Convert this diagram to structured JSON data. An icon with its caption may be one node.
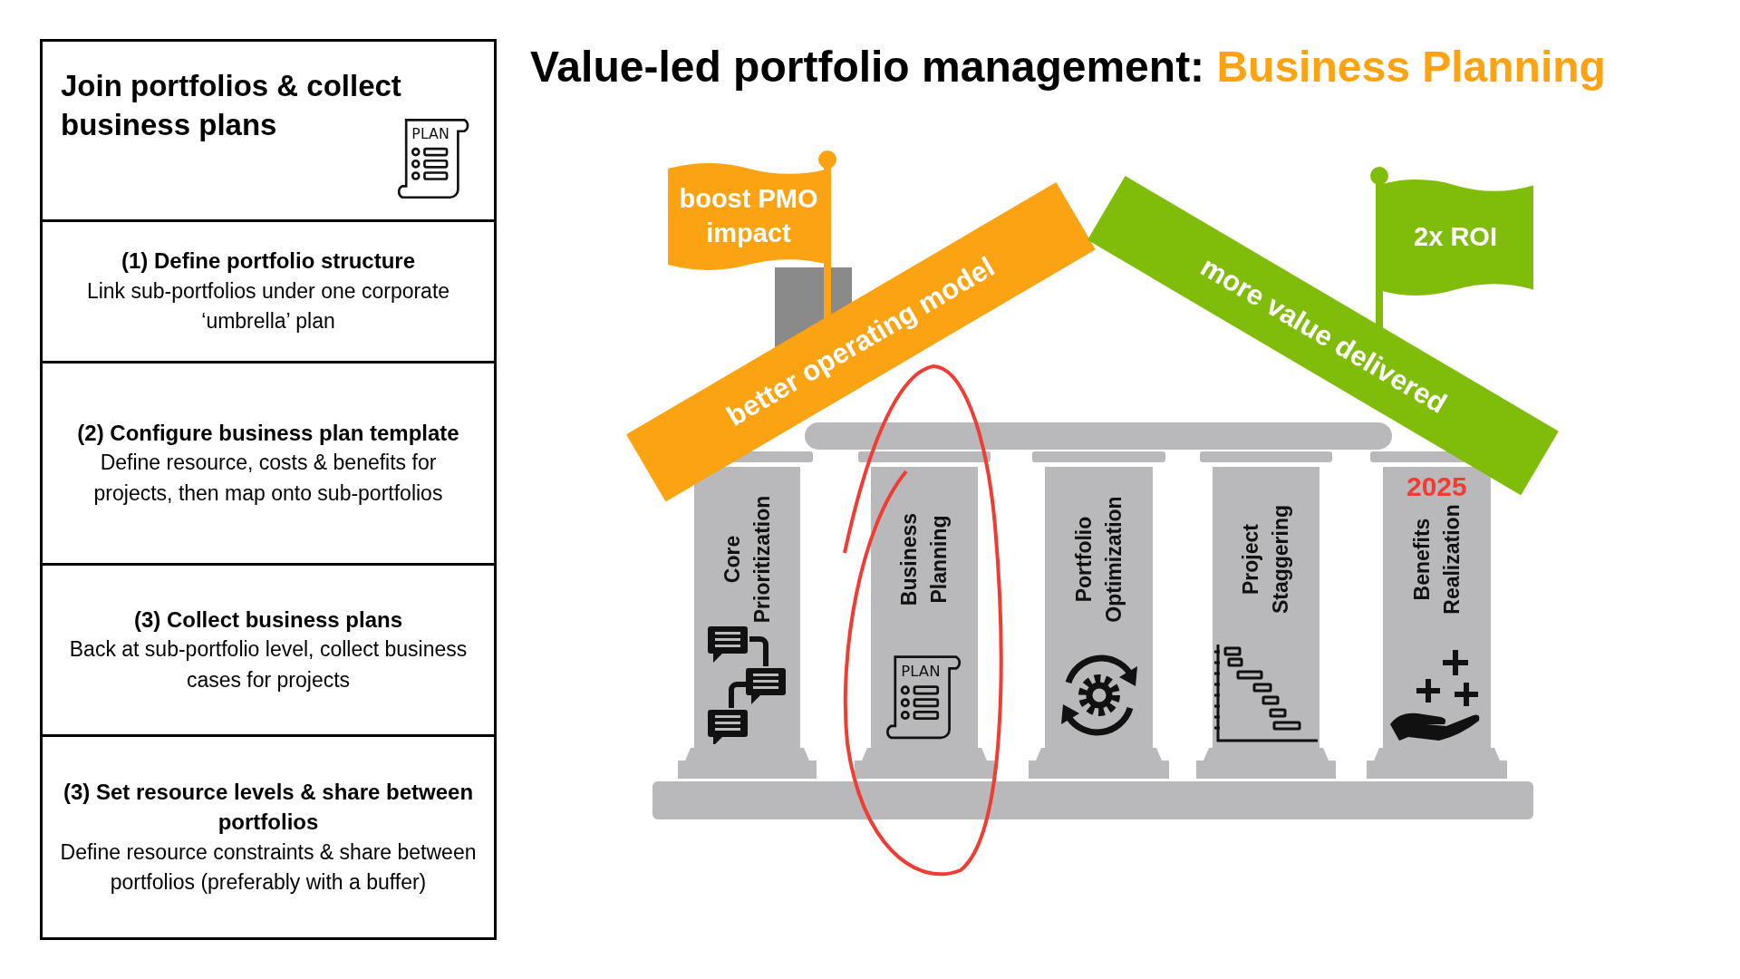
{
  "diagram": {
    "title": "Value-led portfolio management: Business Planning",
    "nodes": [
      {
        "text": [
          "Join portfolios & collect business plans"
        ]
      },
      {
        "text": [
          "(1) Define portfolio structure",
          "Link sub-portfolios under one corporate ‘umbrella’ plan"
        ]
      },
      {
        "text": [
          "(2) Configure business plan template",
          "Define resource, costs & benefits for projects, then map onto sub-portfolios"
        ]
      },
      {
        "text": [
          "(3) Collect business plans",
          "Back at sub-portfolio level, collect business cases for projects"
        ]
      },
      {
        "text": [
          "(3) Set resource levels & share between portfolios",
          "Define resource constraints & share between portfolios (preferably with a buffer)"
        ]
      },
      {
        "text": [
          "boost PMO impact"
        ]
      },
      {
        "text": [
          "better operating model"
        ]
      },
      {
        "text": [
          "more value delivered"
        ]
      },
      {
        "text": [
          "2x ROI"
        ]
      },
      {
        "text": [
          "Core Prioritization"
        ]
      },
      {
        "text": [
          "Business Planning"
        ]
      },
      {
        "text": [
          "Portfolio Optimization"
        ]
      },
      {
        "text": [
          "Project Staggering"
        ]
      },
      {
        "text": [
          "Benefits Realization"
        ]
      },
      {
        "text": [],
        "shape": "bar"
      }
    ],
    "labels": [
      "PLAN",
      "PLAN",
      "2025"
    ]
  }
}
